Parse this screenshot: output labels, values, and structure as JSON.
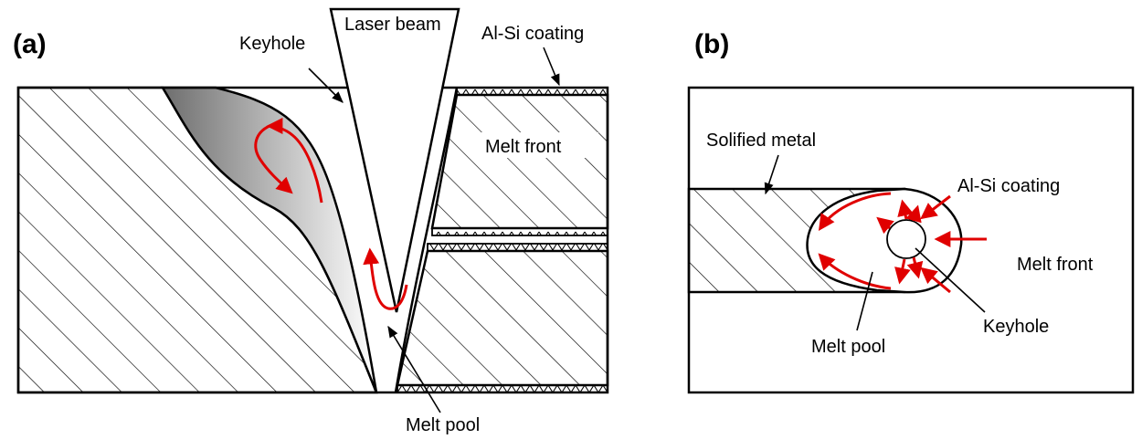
{
  "panel_a": {
    "tag": "(a)",
    "labels": {
      "keyhole": "Keyhole",
      "laser_beam": "Laser beam",
      "coating": "Al-Si coating",
      "melt_front": "Melt front",
      "melt_pool": "Melt pool"
    }
  },
  "panel_b": {
    "tag": "(b)",
    "labels": {
      "solidified_metal": "Solified metal",
      "coating": "Al-Si coating",
      "melt_front": "Melt front",
      "keyhole": "Keyhole",
      "melt_pool": "Melt pool"
    }
  },
  "colors": {
    "flow_arrows": "#e00000",
    "line": "#000000",
    "pool_gradient_dark": "#6e6e6e",
    "pool_gradient_light": "#ffffff"
  }
}
